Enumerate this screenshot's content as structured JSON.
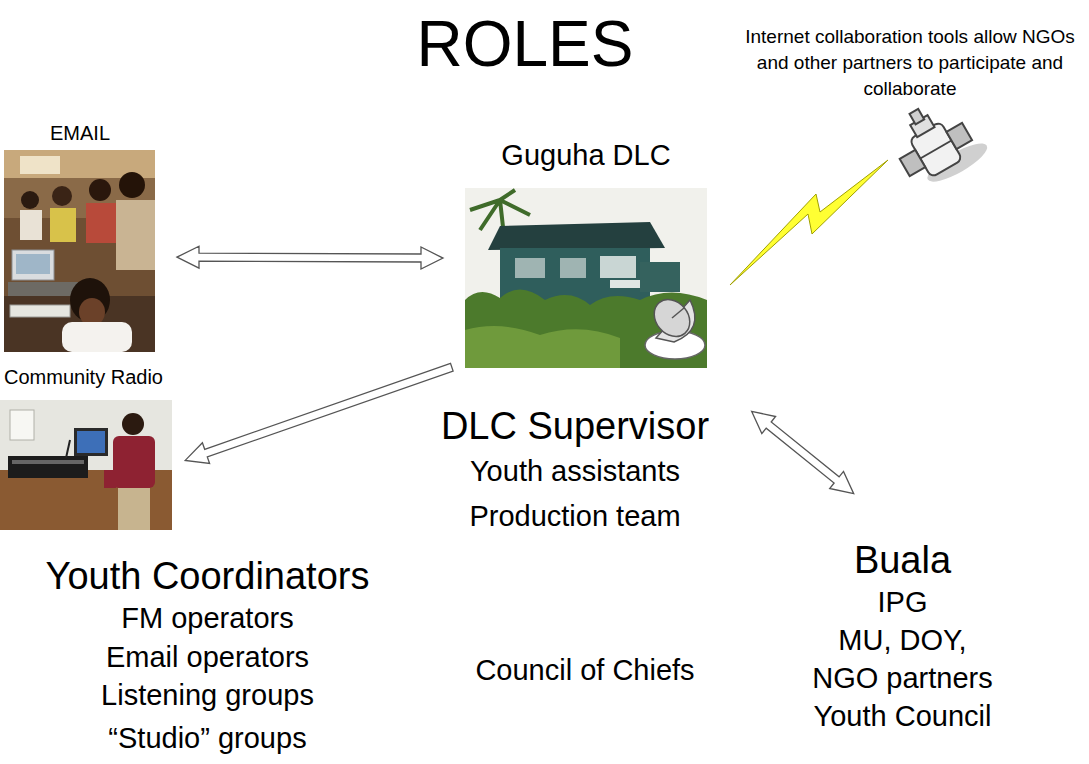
{
  "diagram": {
    "title": "ROLES",
    "nodes": [
      {
        "text": [
          "EMAIL"
        ]
      },
      {
        "text": [
          "Guguha DLC"
        ]
      },
      {
        "text": [
          "Community Radio"
        ]
      },
      {
        "text": [
          "DLC Supervisor",
          "Youth assistants",
          "Production team"
        ]
      },
      {
        "text": [
          "Buala",
          "IPG",
          "MU, DOY,",
          "NGO partners",
          "Youth Council"
        ]
      }
    ],
    "edges": [
      {
        "from": 0,
        "to": 1,
        "arrow": "both"
      },
      {
        "from": 1,
        "to": 2,
        "arrow": "to"
      },
      {
        "from": 3,
        "to": 4,
        "arrow": "both"
      }
    ],
    "labels": [
      "Internet collaboration tools allow NGOs and other partners to participate and collaborate",
      "Youth Coordinators",
      "FM operators",
      "Email operators",
      "Listening groups",
      "“Studio” groups",
      "Council of Chiefs"
    ]
  }
}
